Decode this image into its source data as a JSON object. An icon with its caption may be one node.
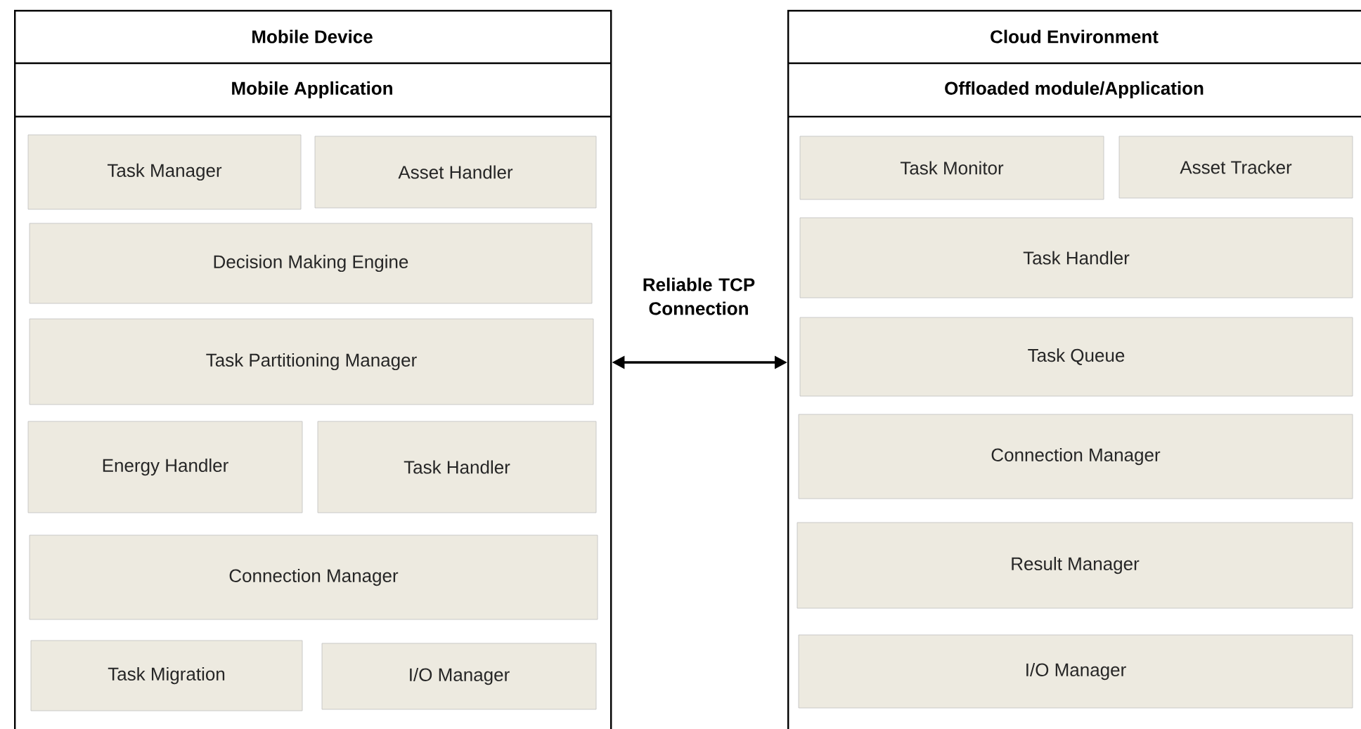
{
  "diagram": {
    "nodes": [
      {
        "text": [
          "Mobile Device",
          "Mobile Application"
        ]
      },
      {
        "text": [
          "Task Manager"
        ],
        "in": 0
      },
      {
        "text": [
          "Asset Handler"
        ],
        "in": 0
      },
      {
        "text": [
          "Decision Making Engine"
        ],
        "in": 0
      },
      {
        "text": [
          "Task Partitioning Manager"
        ],
        "in": 0
      },
      {
        "text": [
          "Energy Handler"
        ],
        "in": 0
      },
      {
        "text": [
          "Task Handler"
        ],
        "in": 0
      },
      {
        "text": [
          "Connection Manager"
        ],
        "in": 0
      },
      {
        "text": [
          "Task Migration"
        ],
        "in": 0
      },
      {
        "text": [
          "I/O Manager"
        ],
        "in": 0
      },
      {
        "text": [
          "Cloud Environment",
          "Offloaded module/Application"
        ]
      },
      {
        "text": [
          "Task Monitor"
        ],
        "in": 10
      },
      {
        "text": [
          "Asset Tracker"
        ],
        "in": 10
      },
      {
        "text": [
          "Task Handler"
        ],
        "in": 10
      },
      {
        "text": [
          "Task Queue"
        ],
        "in": 10
      },
      {
        "text": [
          "Connection Manager"
        ],
        "in": 10
      },
      {
        "text": [
          "Result Manager"
        ],
        "in": 10
      },
      {
        "text": [
          "I/O Manager"
        ],
        "in": 10
      }
    ],
    "edges": [
      {
        "from": 0,
        "to": 10,
        "arrow": "both",
        "label": "Reliable TCP Connection"
      }
    ]
  }
}
